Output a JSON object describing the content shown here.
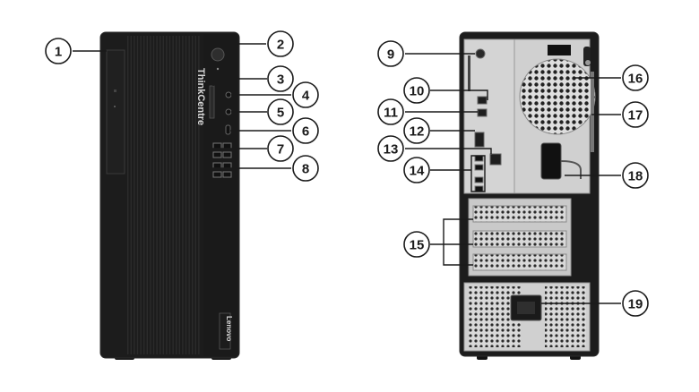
{
  "front_panel": {
    "brand_label": "ThinkCentre",
    "logo_label": "Lenovo"
  },
  "callouts": [
    {
      "id": "c1",
      "label": "1"
    },
    {
      "id": "c2",
      "label": "2"
    },
    {
      "id": "c3",
      "label": "3"
    },
    {
      "id": "c4",
      "label": "4"
    },
    {
      "id": "c5",
      "label": "5"
    },
    {
      "id": "c6",
      "label": "6"
    },
    {
      "id": "c7",
      "label": "7"
    },
    {
      "id": "c8",
      "label": "8"
    },
    {
      "id": "c9",
      "label": "9"
    },
    {
      "id": "c10",
      "label": "10"
    },
    {
      "id": "c11",
      "label": "11"
    },
    {
      "id": "c12",
      "label": "12"
    },
    {
      "id": "c13",
      "label": "13"
    },
    {
      "id": "c14",
      "label": "14"
    },
    {
      "id": "c15",
      "label": "15"
    },
    {
      "id": "c16",
      "label": "16"
    },
    {
      "id": "c17",
      "label": "17"
    },
    {
      "id": "c18",
      "label": "18"
    },
    {
      "id": "c19",
      "label": "19"
    }
  ],
  "colors": {
    "chassis": "#1c1c1c",
    "chassis_edge": "#2b2b2b",
    "rear_plate": "#cfcfcf",
    "port_blue": "#3d3d3d",
    "callout_stroke": "#1a1a1a"
  }
}
